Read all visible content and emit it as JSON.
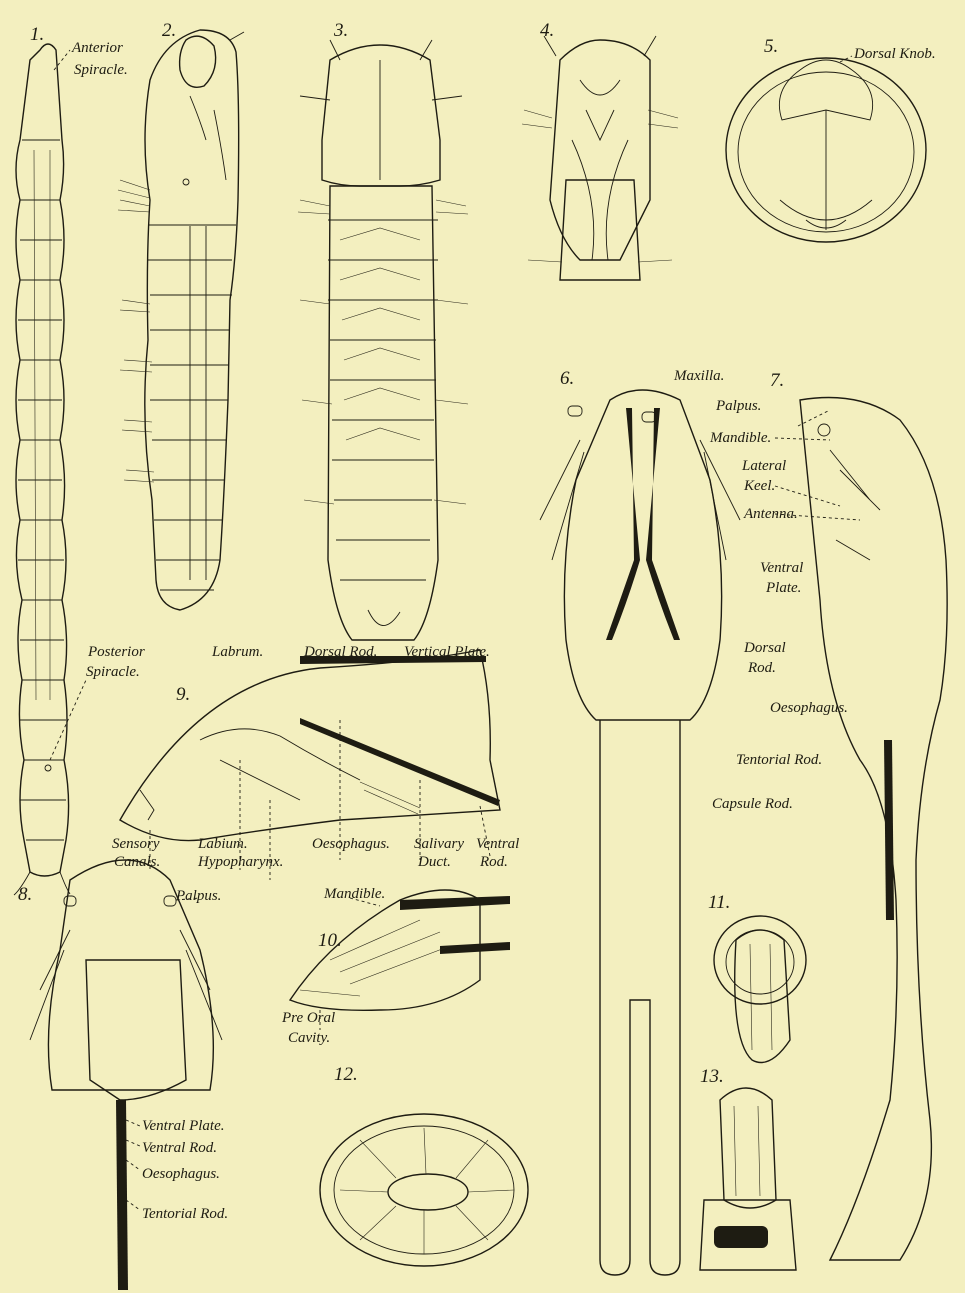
{
  "figures": [
    {
      "id": "fig1",
      "number": "1.",
      "labels": [
        "Anterior",
        "Spiracle.",
        "Posterior",
        "Spiracle."
      ]
    },
    {
      "id": "fig2",
      "number": "2.",
      "labels": []
    },
    {
      "id": "fig3",
      "number": "3.",
      "labels": []
    },
    {
      "id": "fig4",
      "number": "4.",
      "labels": []
    },
    {
      "id": "fig5",
      "number": "5.",
      "labels": [
        "Dorsal Knob."
      ]
    },
    {
      "id": "fig6",
      "number": "6.",
      "labels": []
    },
    {
      "id": "fig7",
      "number": "7.",
      "labels": [
        "Maxilla.",
        "Palpus.",
        "Mandible.",
        "Lateral",
        "Keel.",
        "Antenna.",
        "Ventral",
        "Plate.",
        "Dorsal",
        "Rod.",
        "Oesophagus.",
        "Tentorial Rod.",
        "Capsule Rod."
      ]
    },
    {
      "id": "fig8",
      "number": "8.",
      "labels": [
        "Palpus.",
        "Ventral Plate.",
        "Ventral Rod.",
        "Oesophagus.",
        "Tentorial Rod."
      ]
    },
    {
      "id": "fig9",
      "number": "9.",
      "labels": [
        "Labrum.",
        "Dorsal Rod.",
        "Vertical Plate.",
        "Sensory",
        "Canals.",
        "Labium.",
        "Hypopharynx.",
        "Oesophagus.",
        "Salivary",
        "Duct.",
        "Ventral",
        "Rod."
      ]
    },
    {
      "id": "fig10",
      "number": "10.",
      "labels": [
        "Mandible.",
        "Pre Oral",
        "Cavity."
      ]
    },
    {
      "id": "fig11",
      "number": "11.",
      "labels": []
    },
    {
      "id": "fig12",
      "number": "12.",
      "labels": []
    },
    {
      "id": "fig13",
      "number": "13.",
      "labels": []
    }
  ],
  "colors": {
    "paper": "#f3efbf",
    "ink": "#1e1c12"
  }
}
